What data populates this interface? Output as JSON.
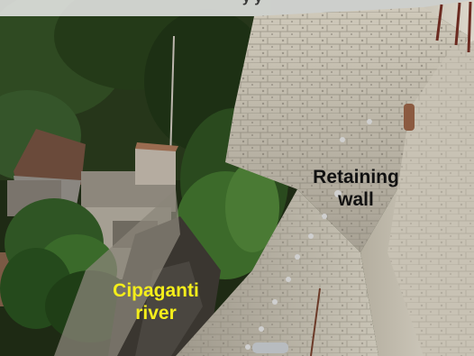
{
  "photo": {
    "subject": "retaining-wall-beside-river"
  },
  "annotations": {
    "top_cut_text": "y  y",
    "wall_label_line1": "Retaining",
    "wall_label_line2": "wall",
    "river_label_line1": "Cipaganti",
    "river_label_line2": "river"
  },
  "colors": {
    "wall_label": "#111111",
    "river_label": "#f4ee1a",
    "background": "#ffffff"
  }
}
